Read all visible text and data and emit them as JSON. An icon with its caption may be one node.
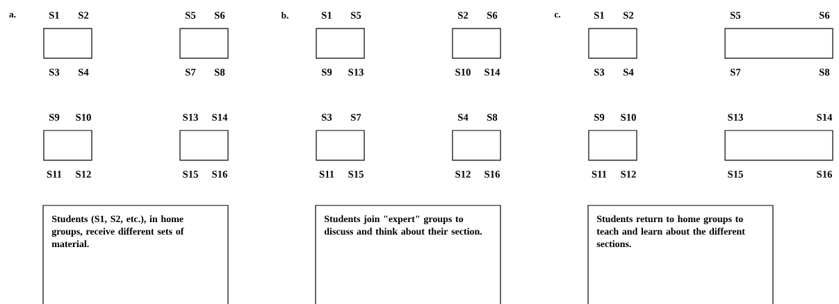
{
  "diagram": {
    "nodes": [
      {
        "text": [],
        "shape": "box",
        "beside": [
          "S1",
          "S2",
          "S3",
          "S4"
        ]
      },
      {
        "text": [],
        "shape": "box",
        "beside": [
          "S5",
          "S6",
          "S7",
          "S8"
        ]
      },
      {
        "text": [],
        "shape": "box",
        "beside": [
          "S9",
          "S10",
          "S11",
          "S12"
        ]
      },
      {
        "text": [],
        "shape": "box",
        "beside": [
          "S13",
          "S14",
          "S15",
          "S16"
        ]
      },
      {
        "text": [
          "Students (S1, S2, etc.), in home groups, receive different sets of material."
        ]
      },
      {
        "text": [],
        "shape": "box",
        "beside": [
          "S1",
          "S5",
          "S9",
          "S13"
        ]
      },
      {
        "text": [],
        "shape": "box",
        "beside": [
          "S2",
          "S6",
          "S10",
          "S14"
        ]
      },
      {
        "text": [],
        "shape": "box",
        "beside": [
          "S3",
          "S7",
          "S11",
          "S15"
        ]
      },
      {
        "text": [],
        "shape": "box",
        "beside": [
          "S4",
          "S8",
          "S12",
          "S16"
        ]
      },
      {
        "text": [
          "Students join \"expert\" groups to discuss and think about their section."
        ]
      },
      {
        "text": [],
        "shape": "box",
        "beside": [
          "S1",
          "S2",
          "S3",
          "S4"
        ]
      },
      {
        "text": [],
        "shape": "box",
        "beside": [
          "S5",
          "S6",
          "S7",
          "S8"
        ]
      },
      {
        "text": [],
        "shape": "box",
        "beside": [
          "S9",
          "S10",
          "S11",
          "S12"
        ]
      },
      {
        "text": [],
        "shape": "box",
        "beside": [
          "S13",
          "S14",
          "S15",
          "S16"
        ]
      },
      {
        "text": [
          "Students return to home groups to teach and learn about the different sections."
        ]
      }
    ],
    "labels": [
      "a.",
      "b.",
      "c."
    ]
  }
}
